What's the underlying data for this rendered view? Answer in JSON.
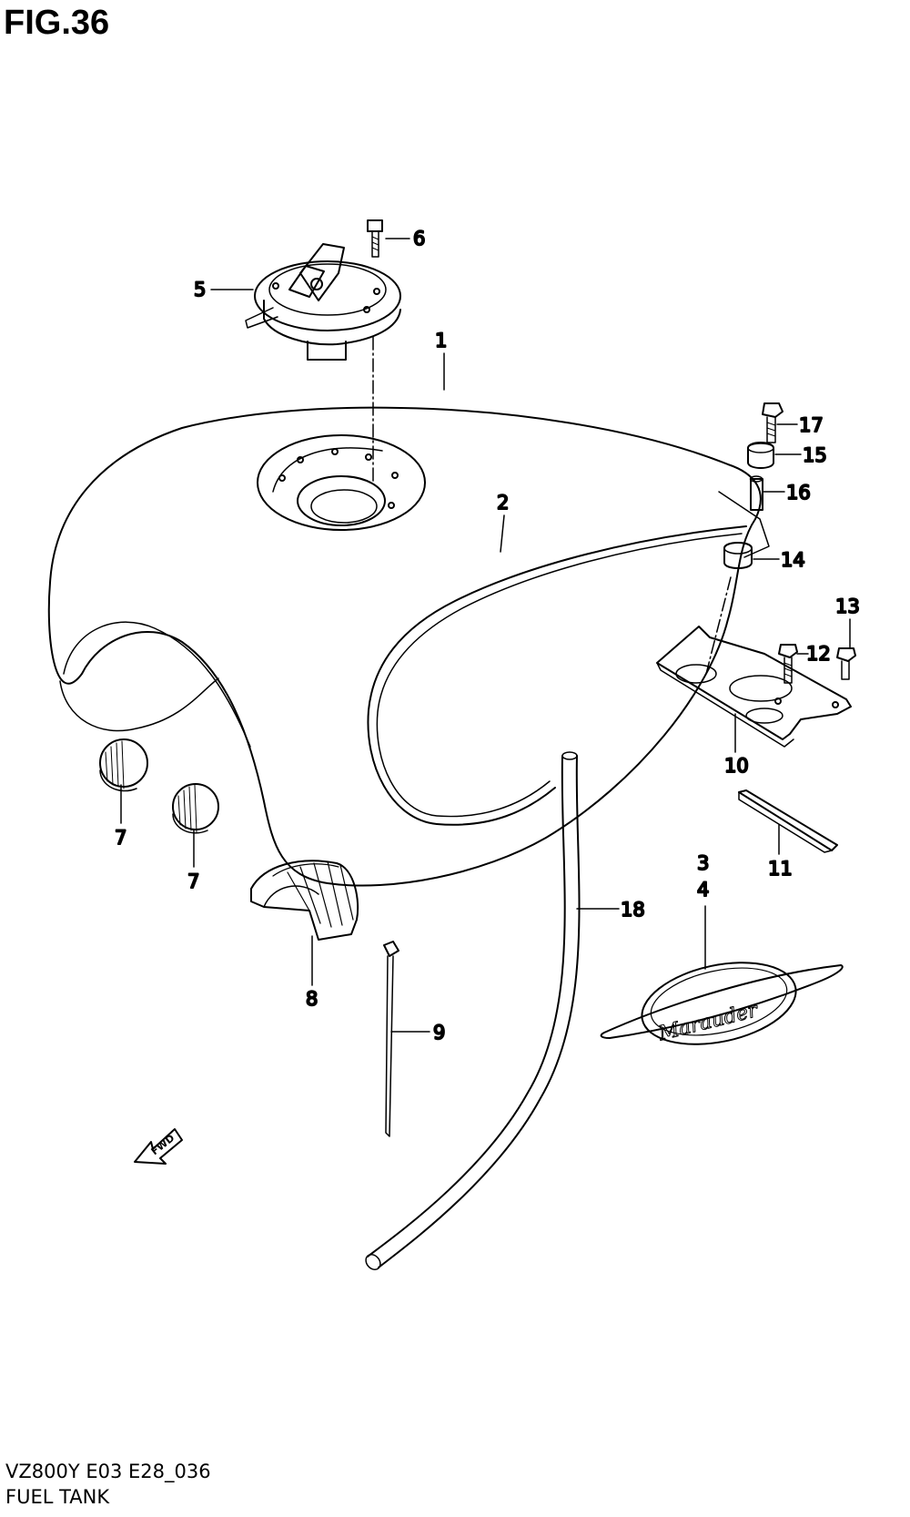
{
  "figure": {
    "title": "FIG.36",
    "model_code": "VZ800Y E03 E28_036",
    "assembly_name": "FUEL TANK"
  },
  "callouts": {
    "c1": "1",
    "c2": "2",
    "c3": "3",
    "c4": "4",
    "c5": "5",
    "c6": "6",
    "c7a": "7",
    "c7b": "7",
    "c8": "8",
    "c9": "9",
    "c10": "10",
    "c11": "11",
    "c12": "12",
    "c13": "13",
    "c14": "14",
    "c15": "15",
    "c16": "16",
    "c17": "17",
    "c18": "18"
  },
  "emblem_script": "Marauder",
  "direction_marker": "FWD",
  "colors": {
    "ink": "#000000",
    "paper": "#ffffff"
  }
}
